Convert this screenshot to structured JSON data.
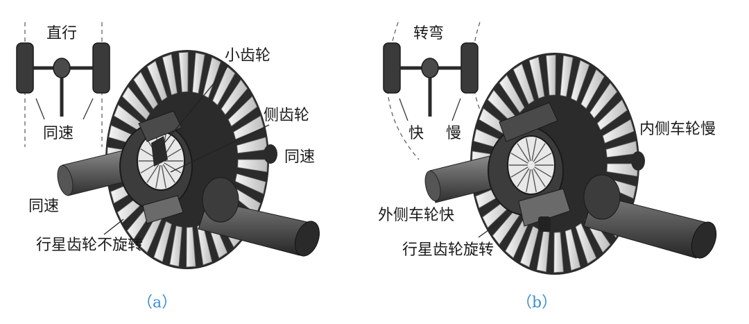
{
  "panel_a": {
    "mode_label": "直行",
    "wheel_speed_label": "同速",
    "pinion_label": "小齿轮",
    "side_gear_label": "侧齿轮",
    "right_shaft_label": "同速",
    "left_shaft_label": "同速",
    "planet_status_label": "行星齿轮不旋转",
    "caption": "（a）"
  },
  "panel_b": {
    "mode_label": "转弯",
    "fast_label": "快",
    "slow_label": "慢",
    "inner_wheel_label": "内侧车轮慢",
    "outer_wheel_label": "外侧车轮快",
    "planet_status_label": "行星齿轮旋转",
    "caption": "（b）"
  },
  "colors": {
    "metal_dark": "#3a3a3a",
    "metal_mid": "#8a8a8a",
    "metal_light": "#d8d8d8",
    "caption_blue": "#3a8fd0"
  }
}
